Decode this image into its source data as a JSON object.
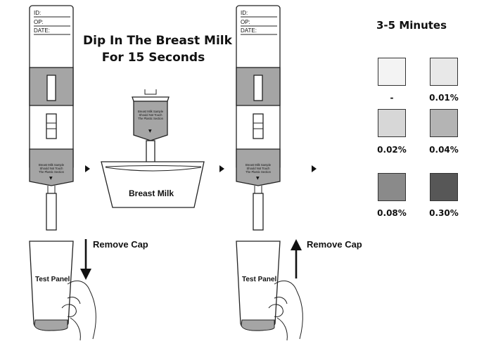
{
  "steps": {
    "dip_title_line1": "Dip In The Breast Milk",
    "dip_title_line2": "For 15 Seconds",
    "wait_title": "3-5 Minutes",
    "remove_cap_1": "Remove Cap",
    "remove_cap_2": "Remove Cap",
    "breast_milk_label": "Breast Milk"
  },
  "form_fields": {
    "id": "ID:",
    "op": "OP:",
    "date": "DATE:"
  },
  "warning_lines": [
    "Breast Milk Sample",
    "Should Not Touch",
    "The Plastic Section"
  ],
  "test_panel_label": "Test Panel",
  "swatches": [
    {
      "label": "-",
      "color": "#f3f3f3"
    },
    {
      "label": "0.01%",
      "color": "#e8e8e8"
    },
    {
      "label": "0.02%",
      "color": "#d7d7d7"
    },
    {
      "label": "0.04%",
      "color": "#b4b4b4"
    },
    {
      "label": "0.08%",
      "color": "#8a8a8a"
    },
    {
      "label": "0.30%",
      "color": "#575757"
    }
  ],
  "colors": {
    "band_gray": "#a5a5a5",
    "outline": "#222222"
  }
}
